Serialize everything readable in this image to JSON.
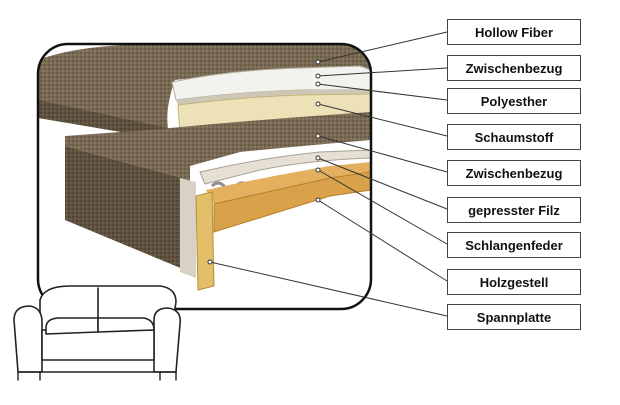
{
  "labels": [
    {
      "id": "hollow-fiber",
      "text": "Hollow Fiber"
    },
    {
      "id": "zwischenbezug-1",
      "text": "Zwischenbezug"
    },
    {
      "id": "polyesther",
      "text": "Polyesther"
    },
    {
      "id": "schaumstoff",
      "text": "Schaumstoff"
    },
    {
      "id": "zwischenbezug-2",
      "text": "Zwischenbezug"
    },
    {
      "id": "gepresster-filz",
      "text": "gepresster Filz"
    },
    {
      "id": "schlangenfeder",
      "text": "Schlangenfeder"
    },
    {
      "id": "holzgestell",
      "text": "Holzgestell"
    },
    {
      "id": "spannplatte",
      "text": "Spannplatte"
    }
  ],
  "colors": {
    "fabric": "#7a6a55",
    "fabric_dark": "#5c4f3f",
    "fiber": "#f2f2ee",
    "polyester": "#ede2b7",
    "foam": "#e8dca6",
    "wood": "#d9a24a",
    "wood_dark": "#b77e2a",
    "spring": "#9a9a9a",
    "felt": "#d8d2c6",
    "frame_border": "#111111"
  }
}
